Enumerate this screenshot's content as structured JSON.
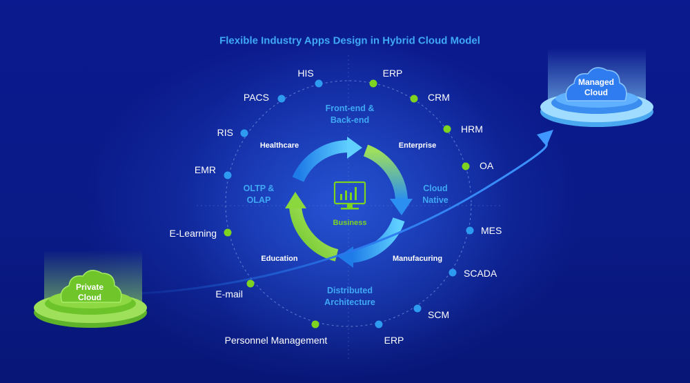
{
  "title": "Flexible Industry Apps Design in Hybrid Cloud Model",
  "center_label": "Business",
  "private_cloud": {
    "line1": "Private",
    "line2": "Cloud"
  },
  "managed_cloud": {
    "line1": "Managed",
    "line2": "Cloud"
  },
  "inner_labels": {
    "top": {
      "line1": "Front-end &",
      "line2": "Back-end"
    },
    "right": {
      "line1": "Cloud",
      "line2": "Native"
    },
    "bottom": {
      "line1": "Distributed",
      "line2": "Architecture"
    },
    "left": {
      "line1": "OLTP &",
      "line2": "OLAP"
    }
  },
  "sectors": {
    "healthcare": "Healthcare",
    "enterprise": "Enterprise",
    "education": "Education",
    "manufacturing": "Manufacuring"
  },
  "apps": {
    "his": "HIS",
    "erp_top": "ERP",
    "crm": "CRM",
    "hrm": "HRM",
    "oa": "OA",
    "mes": "MES",
    "scada": "SCADA",
    "scm": "SCM",
    "erp_bottom": "ERP",
    "personnel": "Personnel Management",
    "email": "E-mail",
    "elearning": "E-Learning",
    "emr": "EMR",
    "ris": "RIS",
    "pacs": "PACS"
  },
  "colors": {
    "title": "#3fa9f5",
    "blue_dot": "#2d9cf0",
    "green_dot": "#7ed321",
    "background": "#0a1a8c",
    "private_cloud": "#7ed321",
    "managed_cloud": "#2f7cf0"
  }
}
